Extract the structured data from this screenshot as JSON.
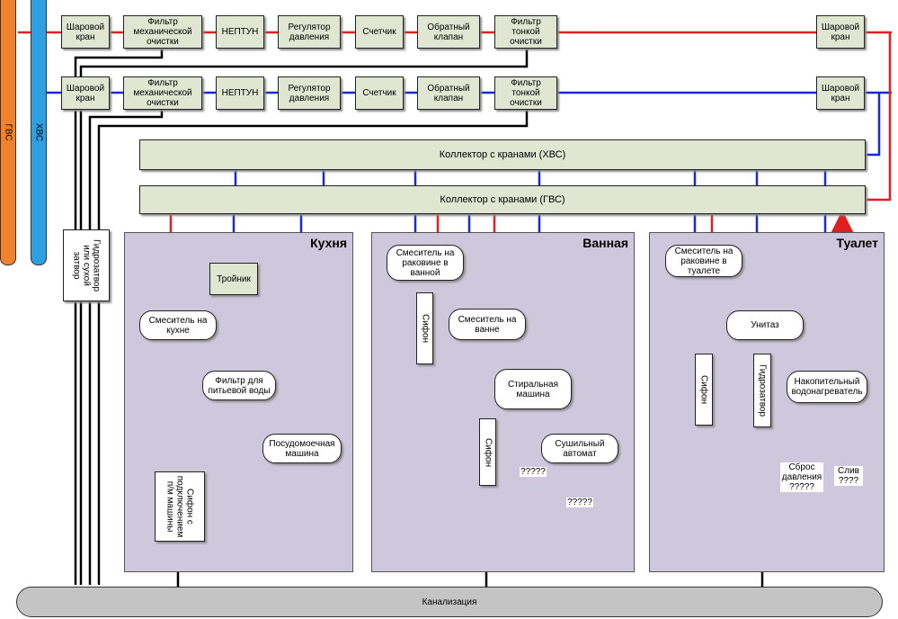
{
  "supply": {
    "hot": {
      "label": "ГВС",
      "color": "#f0822b"
    },
    "cold": {
      "label": "ХВС",
      "color": "#2e9fe0"
    }
  },
  "pipe_colors": {
    "hot": "#e02020",
    "cold": "#1c28d6",
    "drain": "#000000"
  },
  "hot_line": [
    {
      "id": "hot-ball-valve",
      "label": "Шаровой\nкран"
    },
    {
      "id": "hot-mech-filter",
      "label": "Фильтр\nмеханической\nочистки"
    },
    {
      "id": "hot-neptun",
      "label": "НЕПТУН"
    },
    {
      "id": "hot-pressure-regulator",
      "label": "Регулятор\nдавления"
    },
    {
      "id": "hot-meter",
      "label": "Счетчик"
    },
    {
      "id": "hot-check-valve",
      "label": "Обратный\nклапан"
    },
    {
      "id": "hot-fine-filter",
      "label": "Фильтр\nтонкой\nочистки"
    },
    {
      "id": "hot-ball-valve-end",
      "label": "Шаровой\nкран"
    }
  ],
  "cold_line": [
    {
      "id": "cold-ball-valve",
      "label": "Шаровой\nкран"
    },
    {
      "id": "cold-mech-filter",
      "label": "Фильтр\nмеханической\nочистки"
    },
    {
      "id": "cold-neptun",
      "label": "НЕПТУН"
    },
    {
      "id": "cold-pressure-regulator",
      "label": "Регулятор\nдавления"
    },
    {
      "id": "cold-meter",
      "label": "Счетчик"
    },
    {
      "id": "cold-check-valve",
      "label": "Обратный\nклапан"
    },
    {
      "id": "cold-fine-filter",
      "label": "Фильтр\nтонкой\nочистки"
    },
    {
      "id": "cold-ball-valve-end",
      "label": "Шаровой\nкран"
    }
  ],
  "collectors": {
    "cold": "Коллектор с кранами (ХВС)",
    "hot": "Коллектор с кранами (ГВС)"
  },
  "trap_main": "Гидрозатвор\nили сухой\nзатвор",
  "rooms": {
    "kitchen": {
      "title": "Кухня",
      "tee": "Тройник",
      "mixer": "Смеситель на\nкухне",
      "drink_filter": "Фильтр для\nпитьевой воды",
      "dishwasher": "Посудомоечная\nмашина",
      "siphon": "Сифон с\nподключением\nп/м машины"
    },
    "bath": {
      "title": "Ванная",
      "sink_mixer": "Смеситель на\nраковине в\nванной",
      "siphon_sink": "Сифон",
      "bath_mixer": "Смеситель на\nванне",
      "washer": "Стиральная\nмашина",
      "siphon_bath": "Сифон",
      "dryer": "Сушильный\nавтомат",
      "washer_q": "?????",
      "dryer_q": "?????"
    },
    "toilet": {
      "title": "Туалет",
      "sink_mixer": "Смеситель на\nраковине в\nтуалете",
      "toilet_bowl": "Унитаз",
      "siphon": "Сифон",
      "trap": "Гидрозатвор",
      "heater": "Накопительный\nводонагреватель",
      "pressure_relief": "Сброс\nдавления\n?????",
      "drain": "Слив\n????"
    }
  },
  "sewer": "Канализация"
}
